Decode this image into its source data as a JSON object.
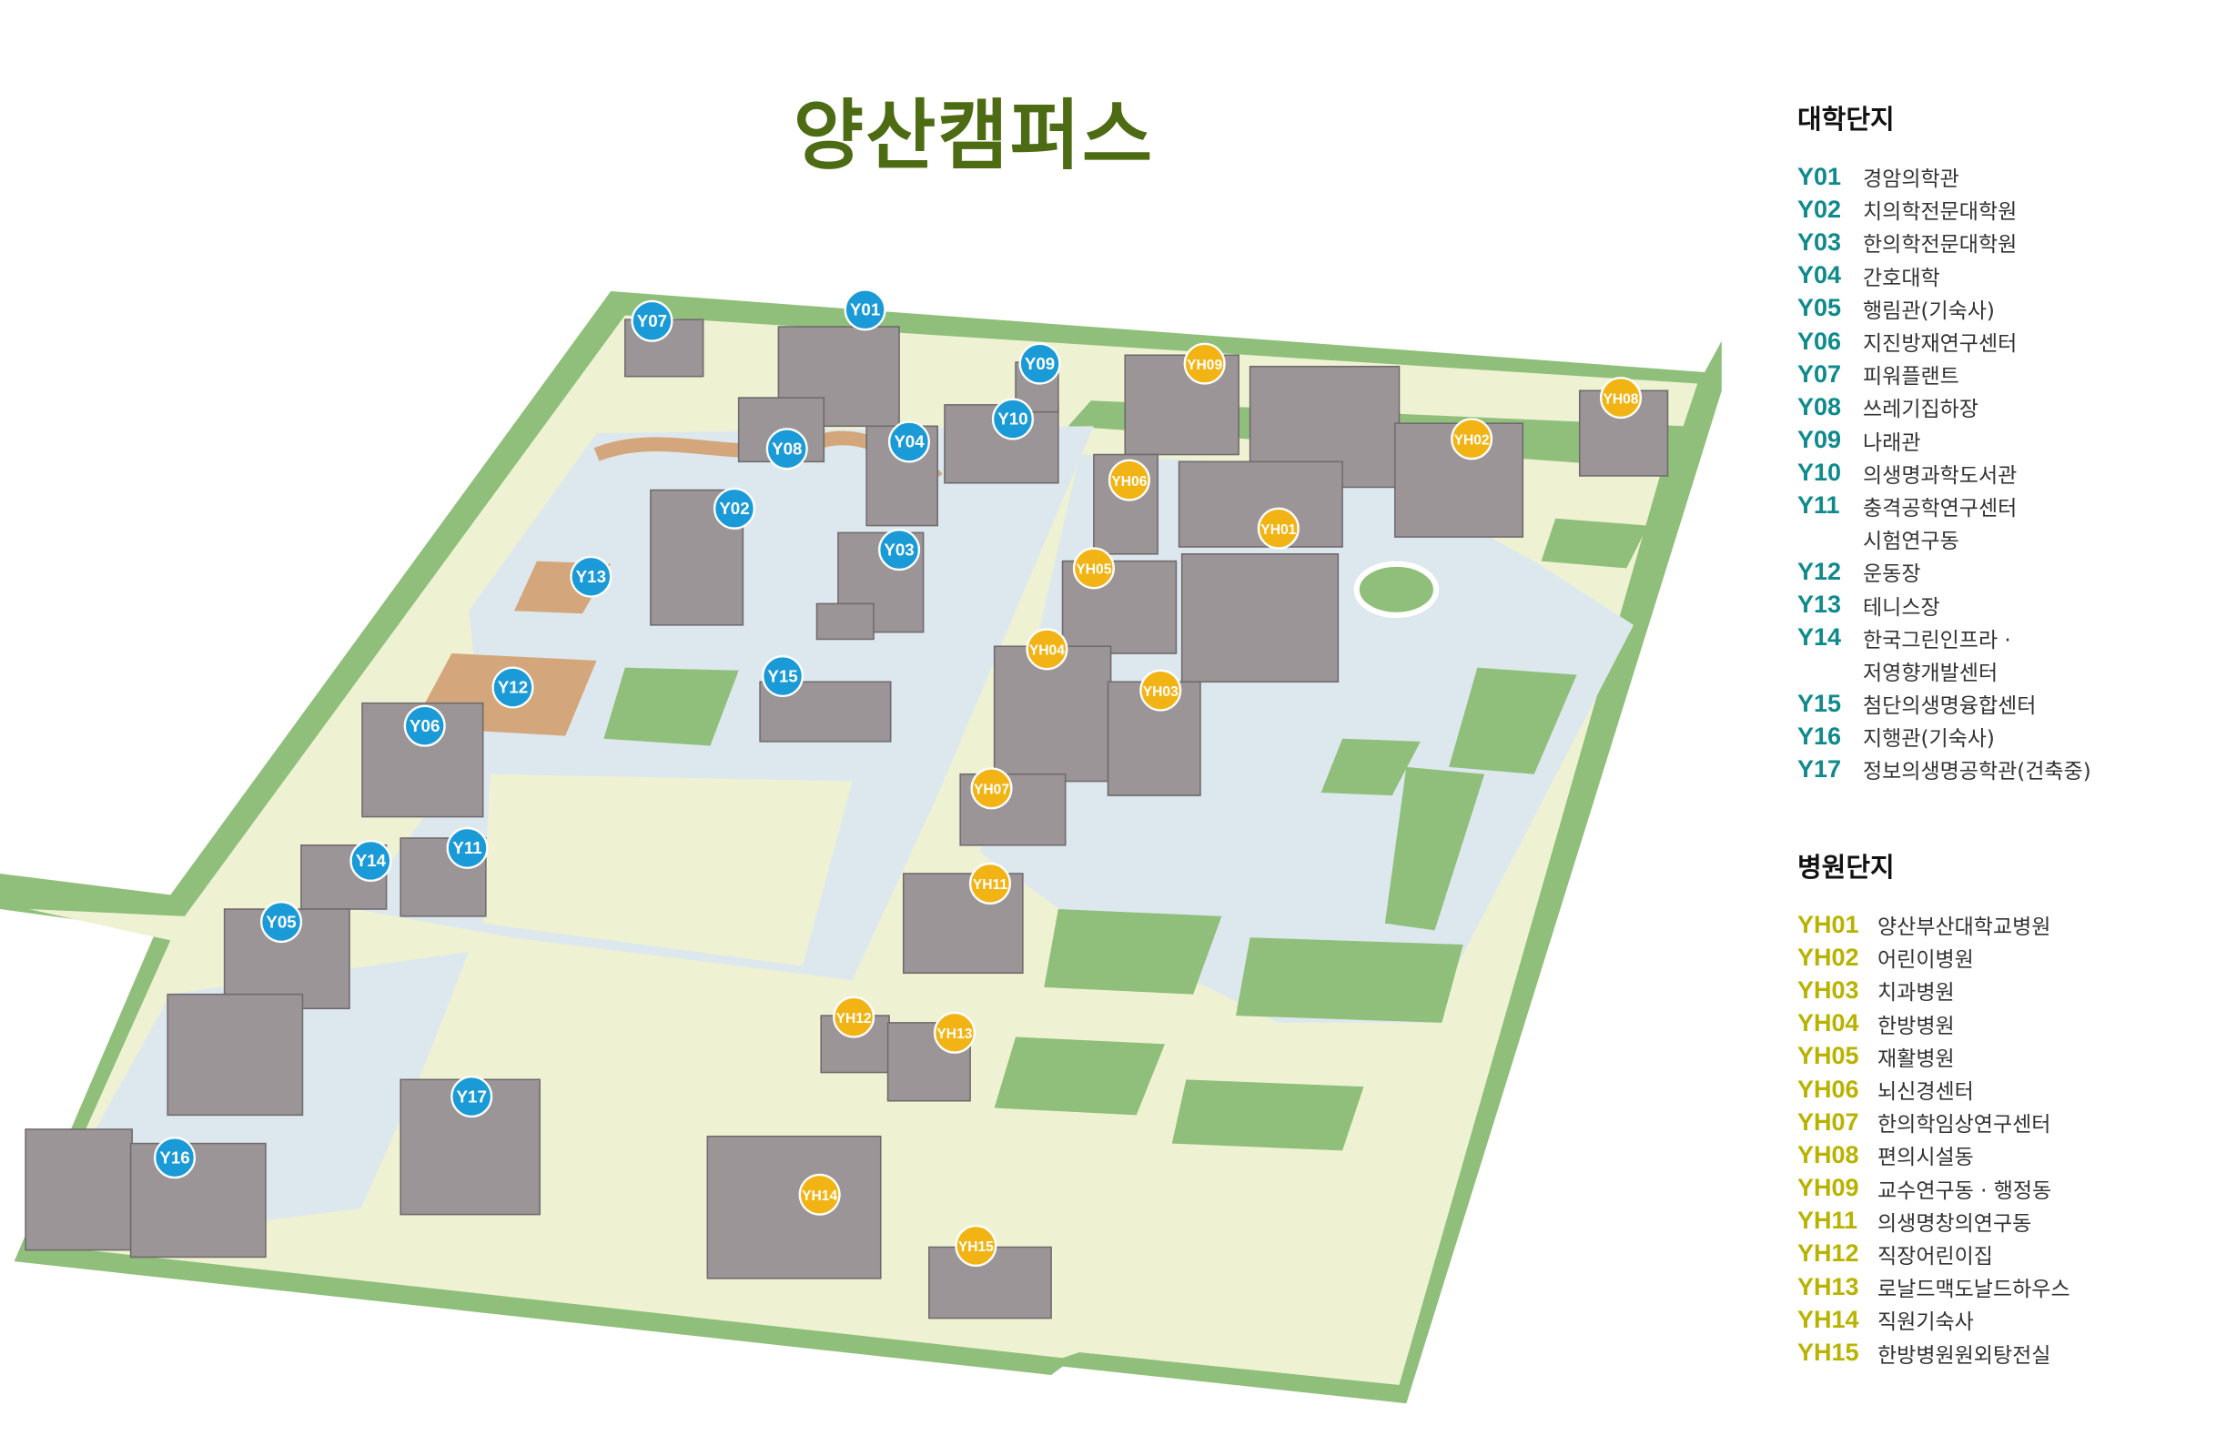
{
  "title": "양산캠퍼스",
  "colors": {
    "university_marker": "#1a9ad6",
    "hospital_marker": "#f2b414",
    "university_code": "#0f8a8c",
    "hospital_code": "#b8b300",
    "title": "#4d6b12",
    "lawn": "#8fbf7a",
    "ground": "#eef2d2",
    "road": "#dde8ee",
    "building": "#9b9597"
  },
  "university": {
    "heading": "대학단지",
    "items": [
      {
        "code": "Y01",
        "name": "경암의학관"
      },
      {
        "code": "Y02",
        "name": "치의학전문대학원"
      },
      {
        "code": "Y03",
        "name": "한의학전문대학원"
      },
      {
        "code": "Y04",
        "name": "간호대학"
      },
      {
        "code": "Y05",
        "name": "행림관(기숙사)"
      },
      {
        "code": "Y06",
        "name": "지진방재연구센터"
      },
      {
        "code": "Y07",
        "name": "피워플랜트"
      },
      {
        "code": "Y08",
        "name": "쓰레기집하장"
      },
      {
        "code": "Y09",
        "name": "나래관"
      },
      {
        "code": "Y10",
        "name": "의생명과학도서관"
      },
      {
        "code": "Y11",
        "name": "충격공학연구센터",
        "name2": "시험연구동"
      },
      {
        "code": "Y12",
        "name": "운동장"
      },
      {
        "code": "Y13",
        "name": "테니스장"
      },
      {
        "code": "Y14",
        "name": "한국그린인프라 ·",
        "name2": "저영향개발센터"
      },
      {
        "code": "Y15",
        "name": "첨단의생명융합센터"
      },
      {
        "code": "Y16",
        "name": "지행관(기숙사)"
      },
      {
        "code": "Y17",
        "name": "정보의생명공학관(건축중)"
      }
    ]
  },
  "hospital": {
    "heading": "병원단지",
    "items": [
      {
        "code": "YH01",
        "name": "양산부산대학교병원"
      },
      {
        "code": "YH02",
        "name": "어린이병원"
      },
      {
        "code": "YH03",
        "name": "치과병원"
      },
      {
        "code": "YH04",
        "name": "한방병원"
      },
      {
        "code": "YH05",
        "name": "재활병원"
      },
      {
        "code": "YH06",
        "name": "뇌신경센터"
      },
      {
        "code": "YH07",
        "name": "한의학임상연구센터"
      },
      {
        "code": "YH08",
        "name": "편의시설동"
      },
      {
        "code": "YH09",
        "name": "교수연구동 · 행정동"
      },
      {
        "code": "YH11",
        "name": "의생명창의연구동"
      },
      {
        "code": "YH12",
        "name": "직장어린이집"
      },
      {
        "code": "YH13",
        "name": "로날드맥도날드하우스"
      },
      {
        "code": "YH14",
        "name": "직원기숙사"
      },
      {
        "code": "YH15",
        "name": "한방병원원외탕전실"
      }
    ]
  }
}
